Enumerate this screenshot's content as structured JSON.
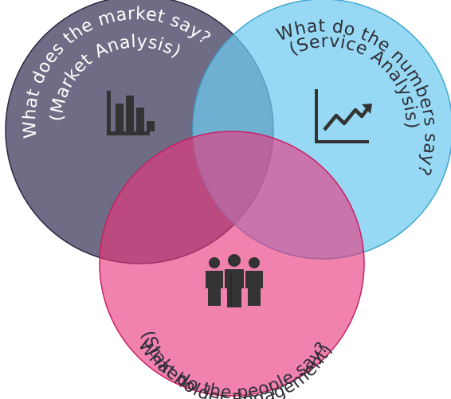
{
  "colors": {
    "market": "#4f4c6a",
    "numbers": "#6fcaf0",
    "people": "#e8357c",
    "icon": "#333333"
  },
  "circles": {
    "market": {
      "question": "What does the market say?",
      "subtitle": "(Market Analysis)",
      "icon": "bar-chart-icon"
    },
    "numbers": {
      "question": "What do the numbers say?",
      "subtitle": "(Service Analysis)",
      "icon": "trend-line-icon"
    },
    "people": {
      "question": "What do the people say?",
      "subtitle": "(Stakeholder Engagement)",
      "icon": "people-group-icon"
    }
  }
}
